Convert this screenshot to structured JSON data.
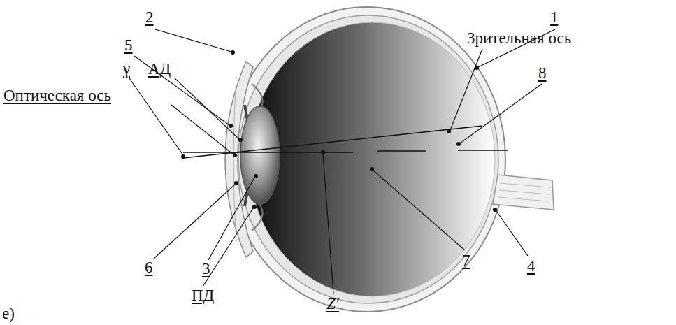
{
  "diagram": {
    "labels": [
      "2",
      "1",
      "Зрительная ось",
      "5",
      "8",
      "γ",
      "АД",
      "Оптическая ось",
      "6",
      "3",
      "7",
      "4",
      "ПД",
      "Z′",
      "е)"
    ]
  }
}
